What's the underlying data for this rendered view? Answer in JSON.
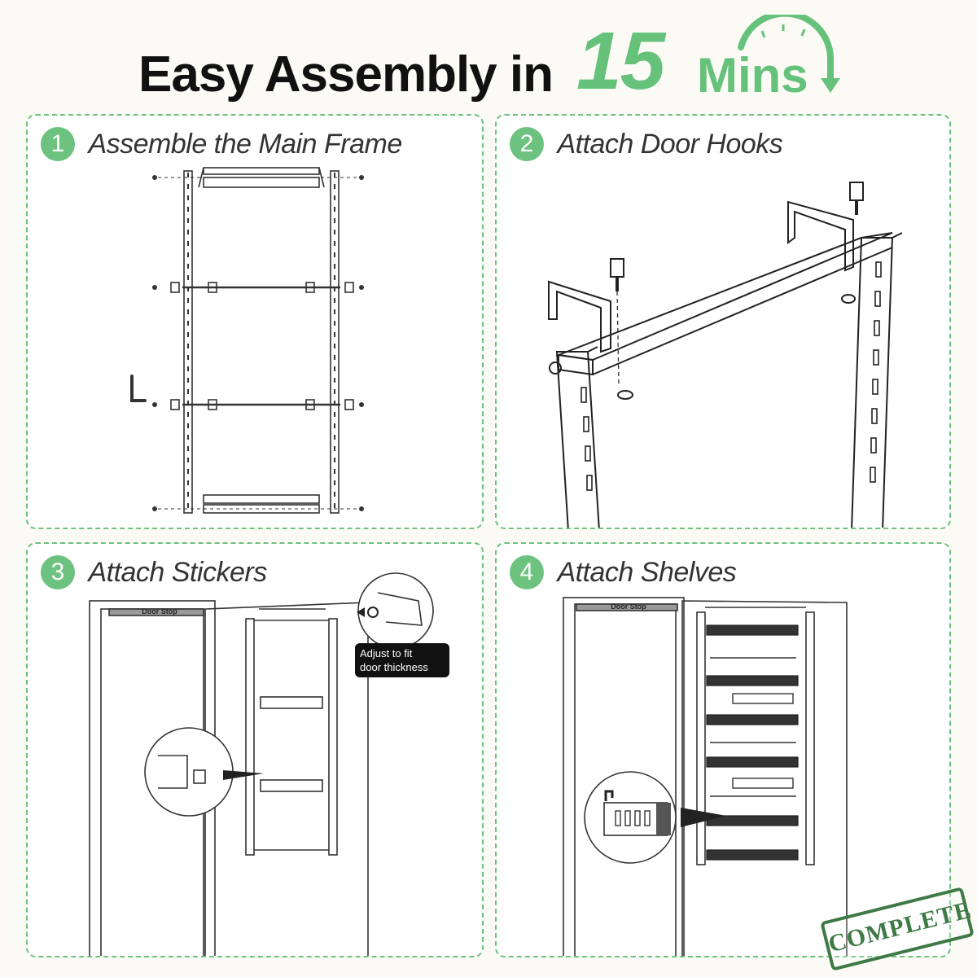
{
  "header": {
    "main_text": "Easy Assembly in",
    "number": "15",
    "unit": "Mins"
  },
  "steps": [
    {
      "num": "1",
      "title": "Assemble the Main Frame"
    },
    {
      "num": "2",
      "title": "Attach Door Hooks"
    },
    {
      "num": "3",
      "title": "Attach Stickers"
    },
    {
      "num": "4",
      "title": "Attach Shelves"
    }
  ],
  "labels": {
    "door_stop": "Door Stop",
    "adjust_line1": "Adjust to fit",
    "adjust_line2": "door thickness",
    "complete": "COMPLETE"
  },
  "colors": {
    "accent": "#6cc27e",
    "title_text": "#111111",
    "stamp": "#3f7a46"
  },
  "icons": [
    "timer-arc-icon",
    "allen-key-icon",
    "screw-icon"
  ]
}
